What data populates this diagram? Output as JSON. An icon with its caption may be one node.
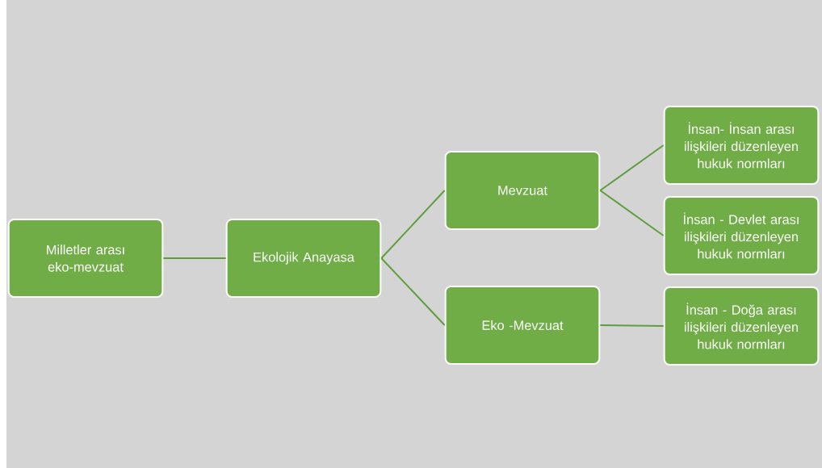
{
  "diagram": {
    "nodes": [
      {
        "text": [
          "Milletler arası eko-mevzuat"
        ]
      },
      {
        "text": [
          "Ekolojik Anayasa"
        ]
      },
      {
        "text": [
          "Mevzuat"
        ]
      },
      {
        "text": [
          "İnsan- İnsan arası ilişkileri düzenleyen hukuk normları"
        ]
      },
      {
        "text": [
          "İnsan - Devlet arası ilişkileri düzenleyen hukuk normları"
        ]
      },
      {
        "text": [
          "Eko -Mevzuat"
        ]
      },
      {
        "text": [
          "İnsan - Doğa arası ilişkileri düzenleyen hukuk normları"
        ]
      }
    ],
    "edges": [
      {
        "from": 0,
        "to": 1,
        "arrow": "none"
      },
      {
        "from": 1,
        "to": 2,
        "arrow": "none"
      },
      {
        "from": 1,
        "to": 5,
        "arrow": "none"
      },
      {
        "from": 2,
        "to": 3,
        "arrow": "none"
      },
      {
        "from": 2,
        "to": 4,
        "arrow": "none"
      },
      {
        "from": 5,
        "to": 6,
        "arrow": "none"
      }
    ]
  }
}
